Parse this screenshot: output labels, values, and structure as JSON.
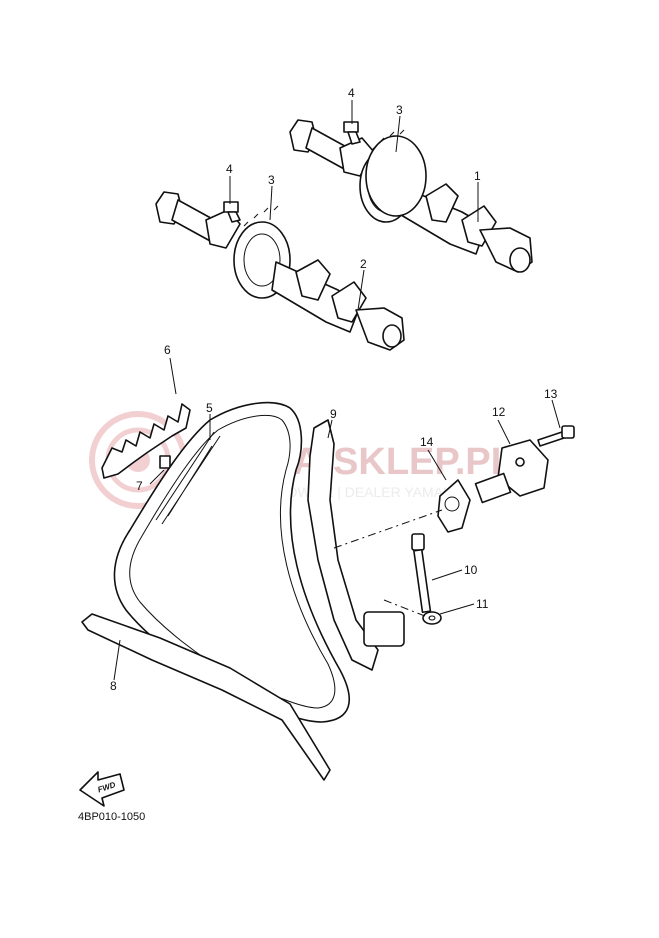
{
  "watermark": {
    "brand": "YAMA-SKLEP.PL",
    "sub": "WOJCIECHOWICZ | DEALER YAMAHA",
    "color": "#e9c7c9"
  },
  "fwd_label": "FWD",
  "diagram_code": "4BP010-1050",
  "callouts": {
    "c1": "1",
    "c2": "2",
    "c3a": "3",
    "c3b": "3",
    "c4a": "4",
    "c4b": "4",
    "c5": "5",
    "c6": "6",
    "c7": "7",
    "c8": "8",
    "c9": "9",
    "c10": "10",
    "c11": "11",
    "c12": "12",
    "c13": "13",
    "c14": "14"
  }
}
